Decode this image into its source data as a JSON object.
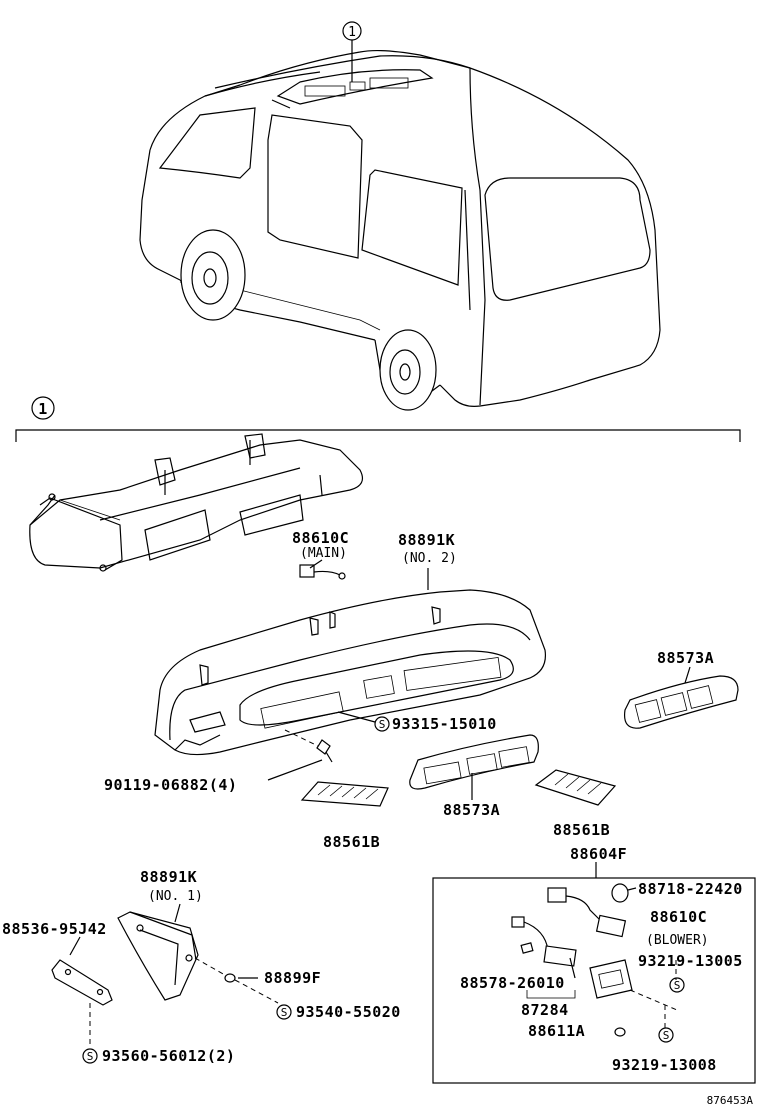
{
  "callouts": {
    "top": "1",
    "section": "1"
  },
  "labels": {
    "p88610C_main": "88610C",
    "p88610C_main_note": "(MAIN)",
    "p88891K_no2": "88891K",
    "p88891K_no2_note": "(NO. 2)",
    "p93315": "93315-15010",
    "p90119": "90119-06882(4)",
    "p88573A_right": "88573A",
    "p88573A_center": "88573A",
    "p88561B_left": "88561B",
    "p88561B_right": "88561B",
    "p88604F": "88604F",
    "p88891K_no1": "88891K",
    "p88891K_no1_note": "(NO. 1)",
    "p88536": "88536-95J42",
    "p88899F": "88899F",
    "p93540": "93540-55020",
    "p93560": "93560-56012(2)",
    "p88718": "88718-22420",
    "p88610C_blower": "88610C",
    "p88610C_blower_note": "(BLOWER)",
    "p93219_a": "93219-13005",
    "p88578": "88578-26010",
    "p87284": "87284",
    "p88611A": "88611A",
    "p93219_b": "93219-13008"
  },
  "screw_mark": "S",
  "reference": "876453A"
}
